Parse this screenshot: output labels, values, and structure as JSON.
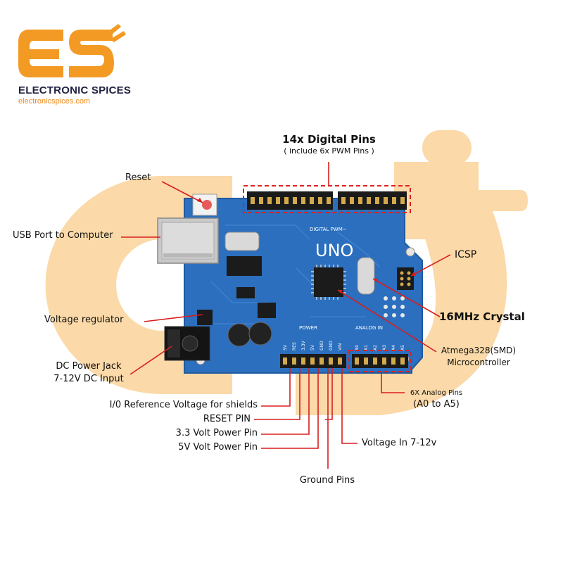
{
  "brand": {
    "name": "ELECTRONIC SPICES",
    "url": "electronicspices.com",
    "logo_mark": "ES",
    "colors": {
      "orange": "#f39a24",
      "navy": "#1e2140",
      "light_orange": "#fbd9a8"
    }
  },
  "board": {
    "label": "UNO",
    "digital_label": "DIGITAL PWM~",
    "power_label": "POWER",
    "analog_label": "ANALOG IN",
    "power_pins": [
      "5V",
      "RES",
      "3.3V",
      "5V",
      "GND",
      "GND",
      "VIN"
    ],
    "analog_pins": [
      "A0",
      "A1",
      "A2",
      "A3",
      "A4",
      "A5"
    ],
    "colors": {
      "pcb": "#2b6fbe",
      "header": "#1a1a1a",
      "callout": "#d81e1e"
    }
  },
  "labels": {
    "digital_title": "14x Digital Pins",
    "digital_sub": "( include 6x PWM Pins )",
    "reset": "Reset",
    "usb": "USB Port to Computer",
    "icsp": "ICSP",
    "crystal": "16MHz Crystal",
    "voltage_regulator": "Voltage regulator",
    "atmega_line1": "Atmega328(SMD)",
    "atmega_line2": "Microcontroller",
    "dc_jack_line1": "DC Power Jack",
    "dc_jack_line2": "7-12V DC Input",
    "analog_line1": "6X Analog Pins",
    "analog_line2": "(A0 to A5)",
    "ioref": "I/0 Reference Voltage for shields",
    "reset_pin": "RESET PIN",
    "v33": "3.3 Volt Power Pin",
    "v5": "5V Volt Power Pin",
    "vin": "Voltage In 7-12v",
    "ground": "Ground Pins"
  }
}
